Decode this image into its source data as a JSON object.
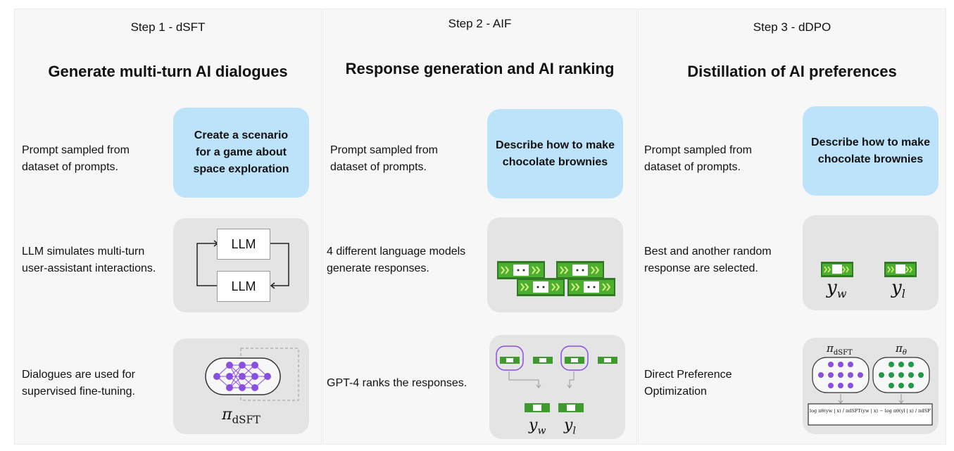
{
  "steps": [
    {
      "step_title": "Step 1 - dSFT",
      "heading": "Generate multi-turn AI dialogues",
      "rows": [
        {
          "desc": "Prompt sampled from\ndataset of prompts.",
          "box_text": "Create a scenario\nfor a game about\nspace exploration"
        },
        {
          "desc": "LLM simulates multi-turn\nuser-assistant interactions.",
          "llm_labels": [
            "LLM",
            "LLM"
          ]
        },
        {
          "desc": "Dialogues are used for\nsupervised fine-tuning.",
          "model_label": "π",
          "model_sub": "dSFT"
        }
      ]
    },
    {
      "step_title": "Step 2 - AIF",
      "heading": "Response generation and AI ranking",
      "rows": [
        {
          "desc": "Prompt sampled from\ndataset of prompts.",
          "box_text": "Describe how to make\nchocolate brownies"
        },
        {
          "desc": "4 different language models\ngenerate responses."
        },
        {
          "desc": "GPT-4 ranks the responses.",
          "labels": [
            "y",
            "w",
            "y",
            "l"
          ]
        }
      ]
    },
    {
      "step_title": "Step 3 - dDPO",
      "heading": "Distillation of AI preferences",
      "rows": [
        {
          "desc": "Prompt sampled from\ndataset of prompts.",
          "box_text": "Describe how to make\nchocolate brownies"
        },
        {
          "desc": "Best and another random\nresponse are selected.",
          "labels": [
            "y",
            "w",
            "y",
            "l"
          ]
        },
        {
          "desc": "Direct Preference\nOptimization",
          "model_labels": [
            "π",
            "dSFT",
            "π",
            "θ"
          ],
          "formula": "log πθ(yw | x) / πdSFT(yw | x) − log πθ(yl | x) / πdSFT(yl | x)"
        }
      ]
    }
  ],
  "colors": {
    "panel": "#f7f7f7",
    "blue_box": "#bde3fb",
    "grey_box": "#e4e4e4",
    "purple": "#8a4fe0",
    "green": "#1f9b47",
    "card": "#3f9b2f"
  }
}
